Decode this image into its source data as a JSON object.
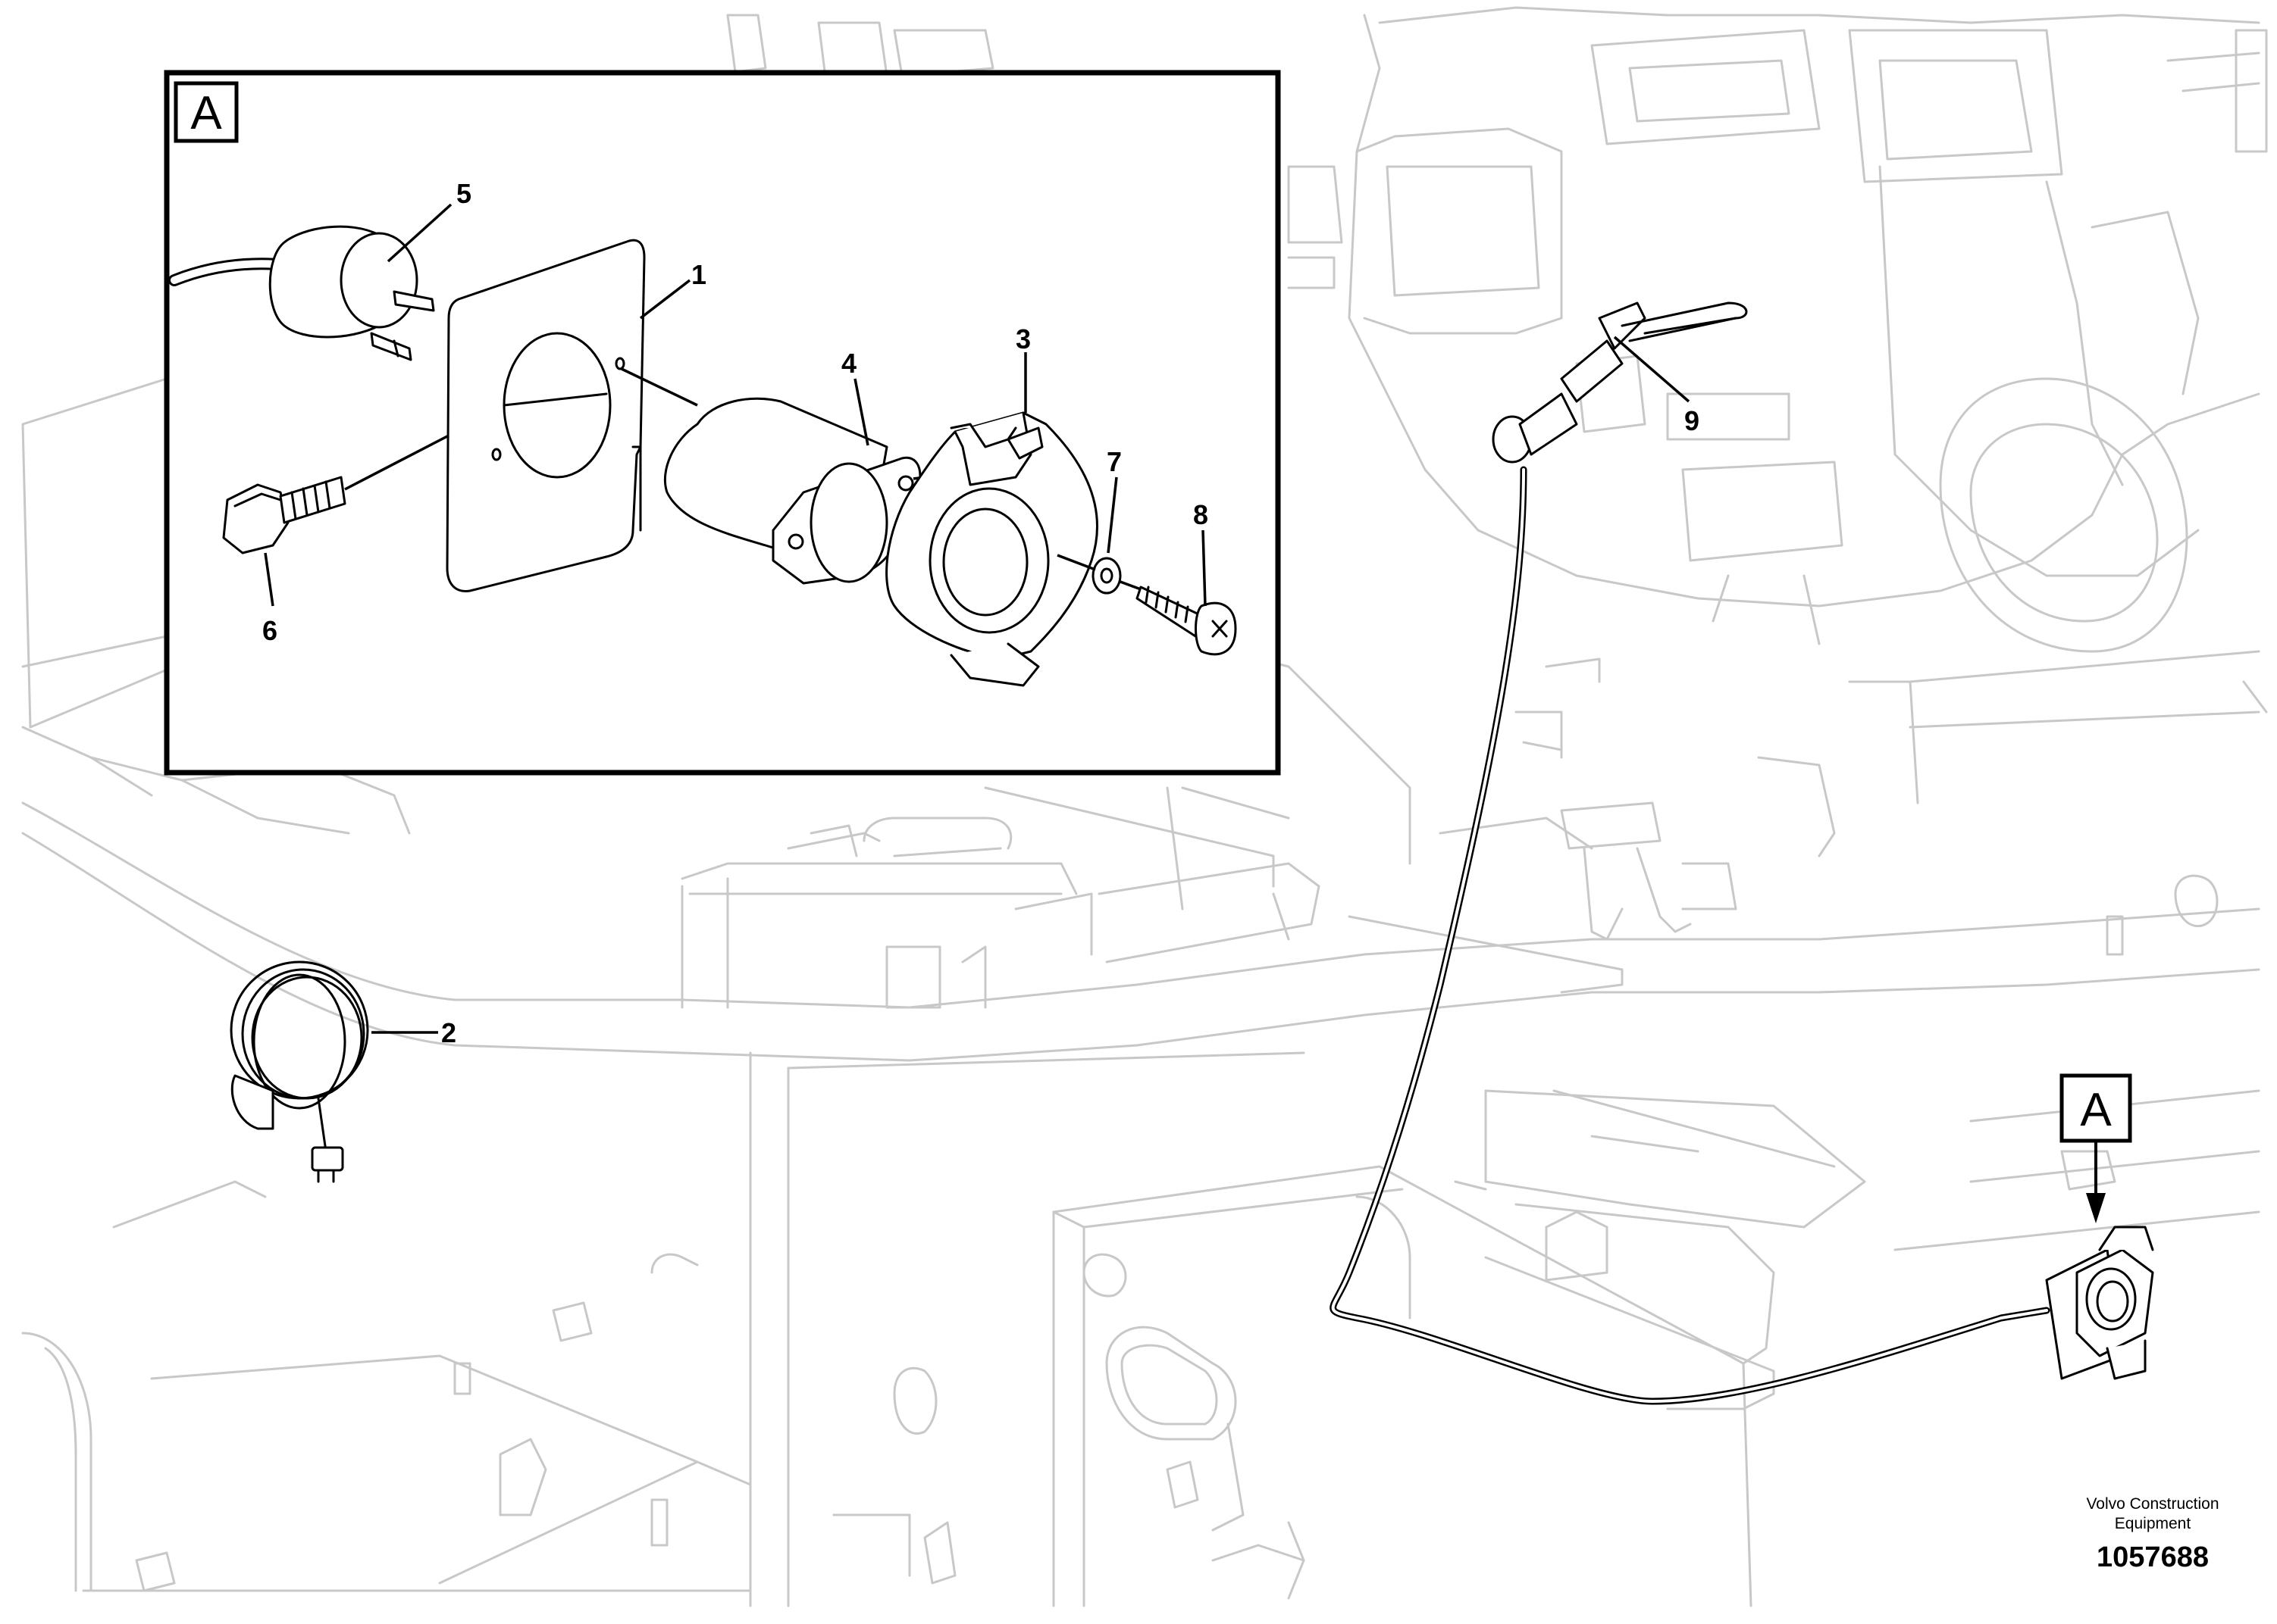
{
  "detail_view": {
    "letter": "A"
  },
  "detail_marker": {
    "letter": "A"
  },
  "callouts": [
    "1",
    "2",
    "3",
    "4",
    "5",
    "6",
    "7",
    "8",
    "9"
  ],
  "credit": {
    "line1": "Volvo Construction",
    "line2": "Equipment",
    "drawing_number": "1057688"
  }
}
